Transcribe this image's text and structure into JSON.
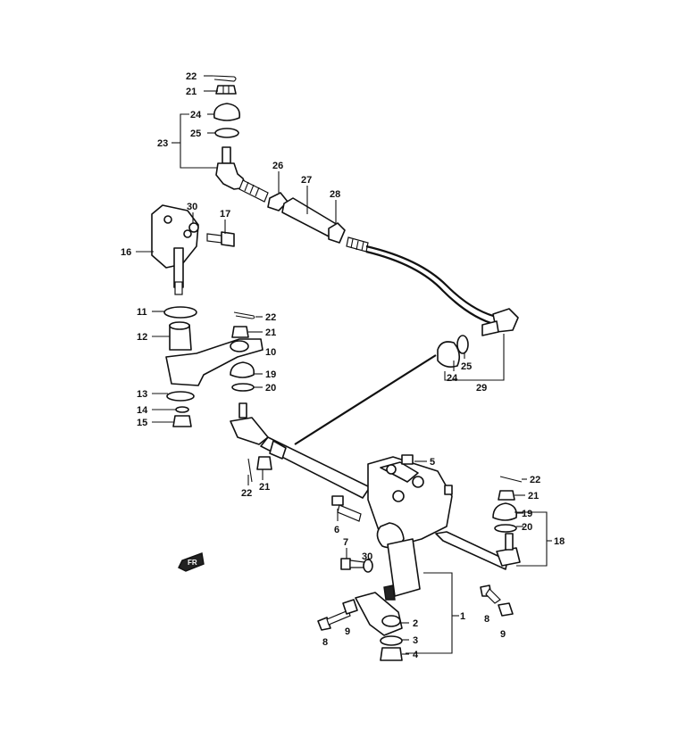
{
  "callouts": {
    "c1": "1",
    "c2": "2",
    "c3": "3",
    "c4": "4",
    "c5": "5",
    "c6": "6",
    "c7": "7",
    "c8a": "8",
    "c8b": "8",
    "c9a": "9",
    "c9b": "9",
    "c10": "10",
    "c11": "11",
    "c12": "12",
    "c13": "13",
    "c14": "14",
    "c15": "15",
    "c16": "16",
    "c17": "17",
    "c18": "18",
    "c19a": "19",
    "c19b": "19",
    "c20a": "20",
    "c20b": "20",
    "c21a": "21",
    "c21b": "21",
    "c21c": "21",
    "c21d": "21",
    "c22a": "22",
    "c22b": "22",
    "c22c": "22",
    "c22d": "22",
    "c23": "23",
    "c24a": "24",
    "c24b": "24",
    "c25a": "25",
    "c25b": "25",
    "c26": "26",
    "c27": "27",
    "c28": "28",
    "c29": "29",
    "c30a": "30",
    "c30b": "30"
  },
  "front_indicator": {
    "label": "FR",
    "icon": "front-arrow-icon"
  },
  "colors": {
    "ink": "#111111",
    "paper": "#ffffff"
  }
}
